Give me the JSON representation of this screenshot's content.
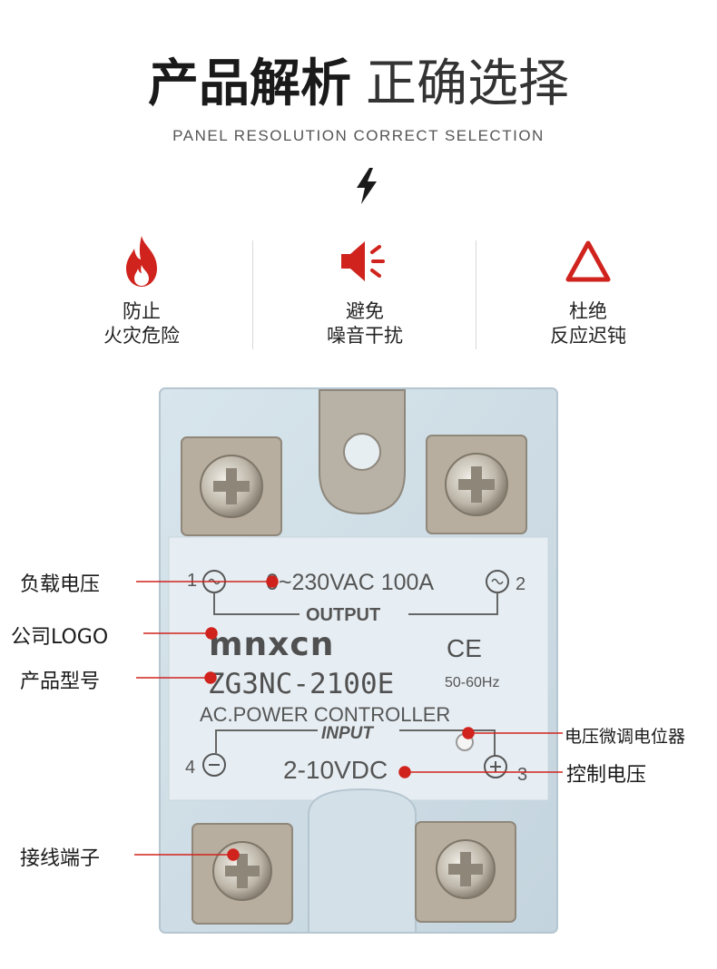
{
  "header": {
    "title_bold": "产品解析",
    "title_light": "正确选择",
    "subtitle": "PANEL RESOLUTION CORRECT SELECTION"
  },
  "features": [
    {
      "icon": "flame-icon",
      "line1": "防止",
      "line2": "火灾危险"
    },
    {
      "icon": "speaker-noise-icon",
      "line1": "避免",
      "line2": "噪音干扰"
    },
    {
      "icon": "warning-triangle-icon",
      "line1": "杜绝",
      "line2": "反应迟钝"
    }
  ],
  "product": {
    "terminal_1": "1",
    "terminal_2": "2",
    "terminal_3": "3",
    "terminal_4": "4",
    "output_rating": "0~230VAC 100A",
    "output_label": "OUTPUT",
    "brand": "mnxcn",
    "ce_mark": "CE",
    "model": "ZG3NC-2100E",
    "frequency": "50-60Hz",
    "controller": "AC.POWER CONTROLLER",
    "input_label": "INPUT",
    "input_rating": "2-10VDC"
  },
  "callouts": {
    "load_voltage": "负载电压",
    "company_logo": "公司LOGO",
    "model_number": "产品型号",
    "terminals": "接线端子",
    "potentiometer": "电压微调电位器",
    "control_voltage": "控制电压"
  },
  "colors": {
    "accent_red": "#d0231d",
    "housing": "#cfdde6",
    "panel": "#e6eef3"
  }
}
